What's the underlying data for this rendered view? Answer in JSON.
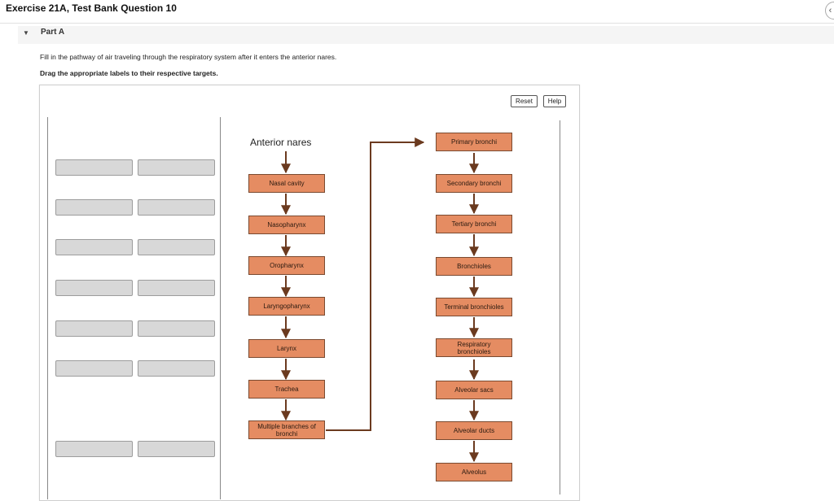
{
  "header": {
    "title": "Exercise 21A, Test Bank Question 10",
    "part_label": "Part A",
    "part_toggle_icon": "triangle-down-icon"
  },
  "question": {
    "instruction": "Fill in the pathway of air traveling through the respiratory system after it enters the anterior nares.",
    "drag_instruction": "Drag the appropriate labels to their respective targets."
  },
  "toolbar": {
    "reset_label": "Reset",
    "help_label": "Help"
  },
  "diagram": {
    "start_label": "Anterior nares",
    "left_column": [
      "Nasal cavity",
      "Nasopharynx",
      "Oropharynx",
      "Laryngopharynx",
      "Larynx",
      "Trachea",
      "Multiple branches of bronchi"
    ],
    "right_column": [
      "Primary bronchi",
      "Secondary bronchi",
      "Tertiary bronchi",
      "Bronchioles",
      "Terminal bronchioles",
      "Respiratory bronchioles",
      "Alveolar sacs",
      "Alveolar ducts",
      "Alveolus"
    ]
  },
  "colors": {
    "target_fill": "#e58c62",
    "target_border": "#7a4a30",
    "connector": "#6b3a1f",
    "slot_fill": "#d8d8d8"
  }
}
